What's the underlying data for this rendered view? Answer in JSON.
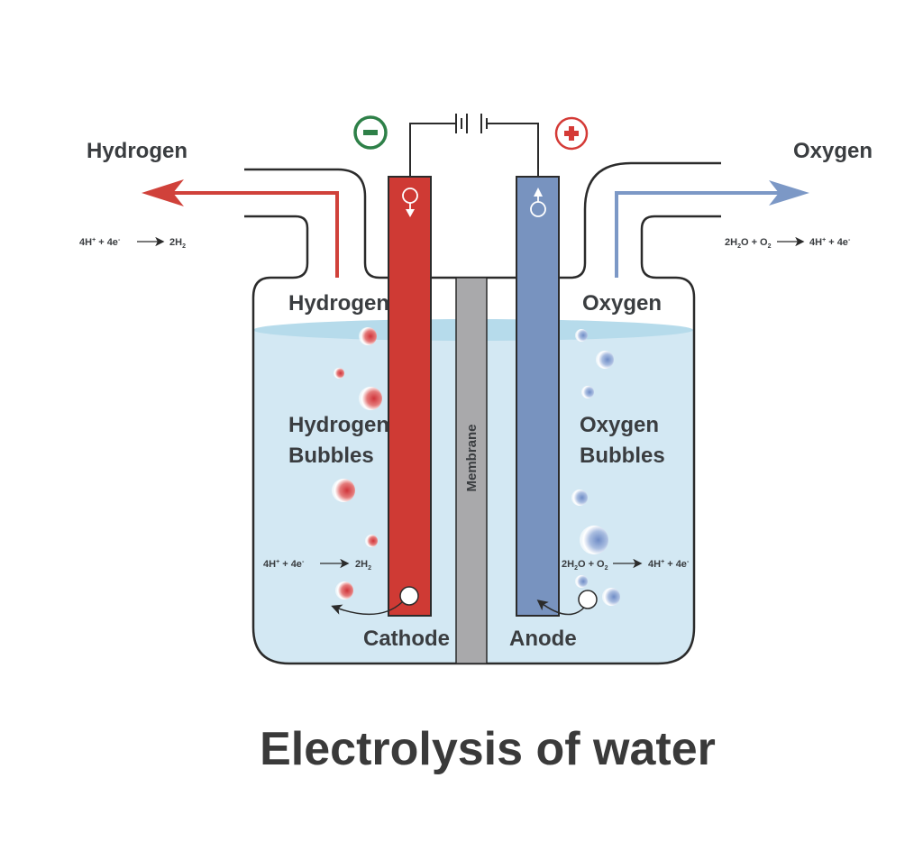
{
  "title": "Electrolysis of water",
  "colors": {
    "cathode": "#cf3a34",
    "anode": "#7893bf",
    "membrane": "#a9a9ab",
    "water": "#d3e8f3",
    "water_surface": "#b6dbeb",
    "hydrogen_arrow": "#d0413a",
    "oxygen_arrow": "#7c98c6",
    "negative_sign": "#2e8048",
    "positive_sign": "#d43a36",
    "text": "#3a3d40"
  },
  "power": {
    "negative_symbol": "−",
    "positive_symbol": "+",
    "battery_icon": "battery-icon"
  },
  "outlets": {
    "hydrogen_label": "Hydrogen",
    "oxygen_label": "Oxygen",
    "hydrogen_equation": {
      "a": "4H",
      "a_sup": "+",
      "b": " + 4e",
      "b_sup": "-",
      "product": "2H",
      "product_sub": "2"
    },
    "oxygen_equation": {
      "a": "2H",
      "a_sub": "2",
      "b": "O + O",
      "b_sub": "2",
      "product": "4H",
      "product_sup": "+",
      "product2": " + 4e",
      "product2_sup": "-"
    }
  },
  "vessel": {
    "hydrogen_label": "Hydrogen",
    "oxygen_label": "Oxygen",
    "hydrogen_bubbles_label": [
      "Hydrogen",
      "Bubbles"
    ],
    "oxygen_bubbles_label": [
      "Oxygen",
      "Bubbles"
    ],
    "membrane_label": "Membrane",
    "cathode_label": "Cathode",
    "anode_label": "Anode",
    "cathode_symbol": "female-symbol-icon",
    "anode_symbol": "male-symbol-icon"
  }
}
